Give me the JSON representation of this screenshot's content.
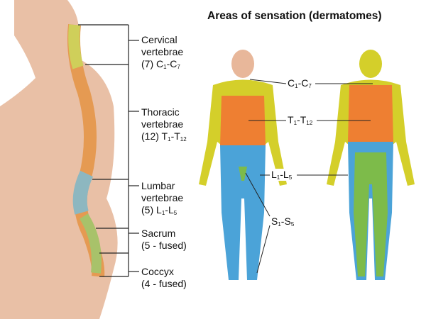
{
  "title": "Areas of sensation (dermatomes)",
  "spine_labels": [
    {
      "name": "Cervical",
      "line2": "vertebrae",
      "count": "(7)",
      "range_start": "C",
      "start_sub": "1",
      "range_end": "C",
      "end_sub": "7"
    },
    {
      "name": "Thoracic",
      "line2": "vertebrae",
      "count": "(12)",
      "range_start": "T",
      "start_sub": "1",
      "range_end": "T",
      "end_sub": "12"
    },
    {
      "name": "Lumbar",
      "line2": "vertebrae",
      "count": "(5)",
      "range_start": "L",
      "start_sub": "1",
      "range_end": "L",
      "end_sub": "5"
    },
    {
      "name": "Sacrum",
      "line2": "(5 - fused)"
    },
    {
      "name": "Coccyx",
      "line2": "(4 - fused)"
    }
  ],
  "dermatome_labels": [
    {
      "letter": "C",
      "start_sub": "1",
      "end_sub": "7"
    },
    {
      "letter": "T",
      "start_sub": "1",
      "end_sub": "12"
    },
    {
      "letter": "L",
      "start_sub": "1",
      "end_sub": "5"
    },
    {
      "letter": "S",
      "start_sub": "1",
      "end_sub": "5"
    }
  ],
  "colors": {
    "cervical": "#d4cf2a",
    "thoracic": "#ee7f32",
    "lumbar": "#4ba3d8",
    "sacral": "#7dbb4a",
    "skin": "#e8b79a"
  }
}
